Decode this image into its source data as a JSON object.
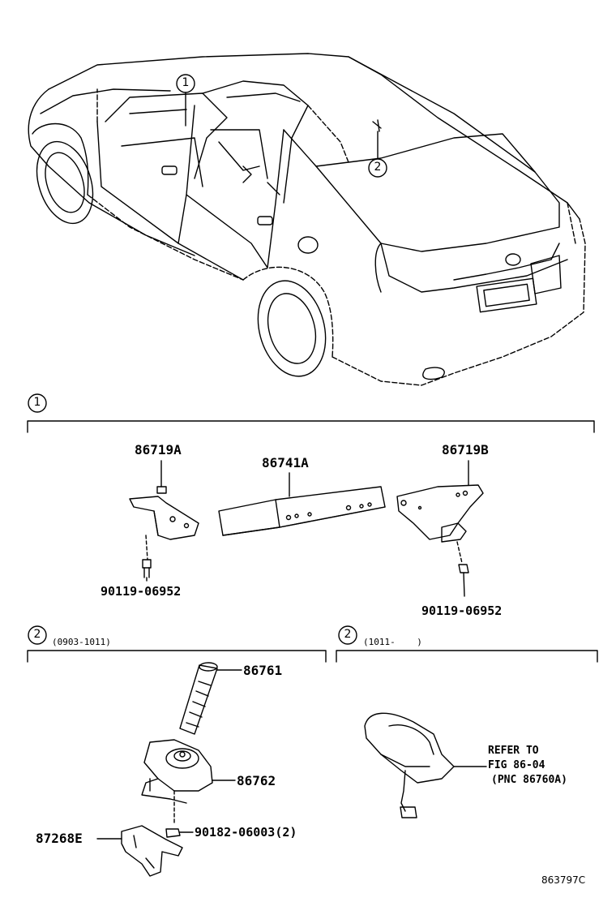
{
  "callouts": {
    "one": "1",
    "two": "2"
  },
  "section1": {
    "parts": {
      "bracket_left": "86719A",
      "cover_center": "86741A",
      "bracket_right": "86719B",
      "screw_left": "90119-06952",
      "screw_right": "90119-06952"
    }
  },
  "section2a": {
    "range": "(0903-1011)",
    "parts": {
      "antenna_rod": "86761",
      "antenna_base": "86762",
      "bracket": "87268E",
      "nut": "90182-06003(2)"
    }
  },
  "section2b": {
    "range": "(1011-    )",
    "refer_line1": "REFER TO",
    "refer_line2": "FIG 86-04",
    "refer_line3": "(PNC 86760A)"
  },
  "figure_id": "863797C"
}
